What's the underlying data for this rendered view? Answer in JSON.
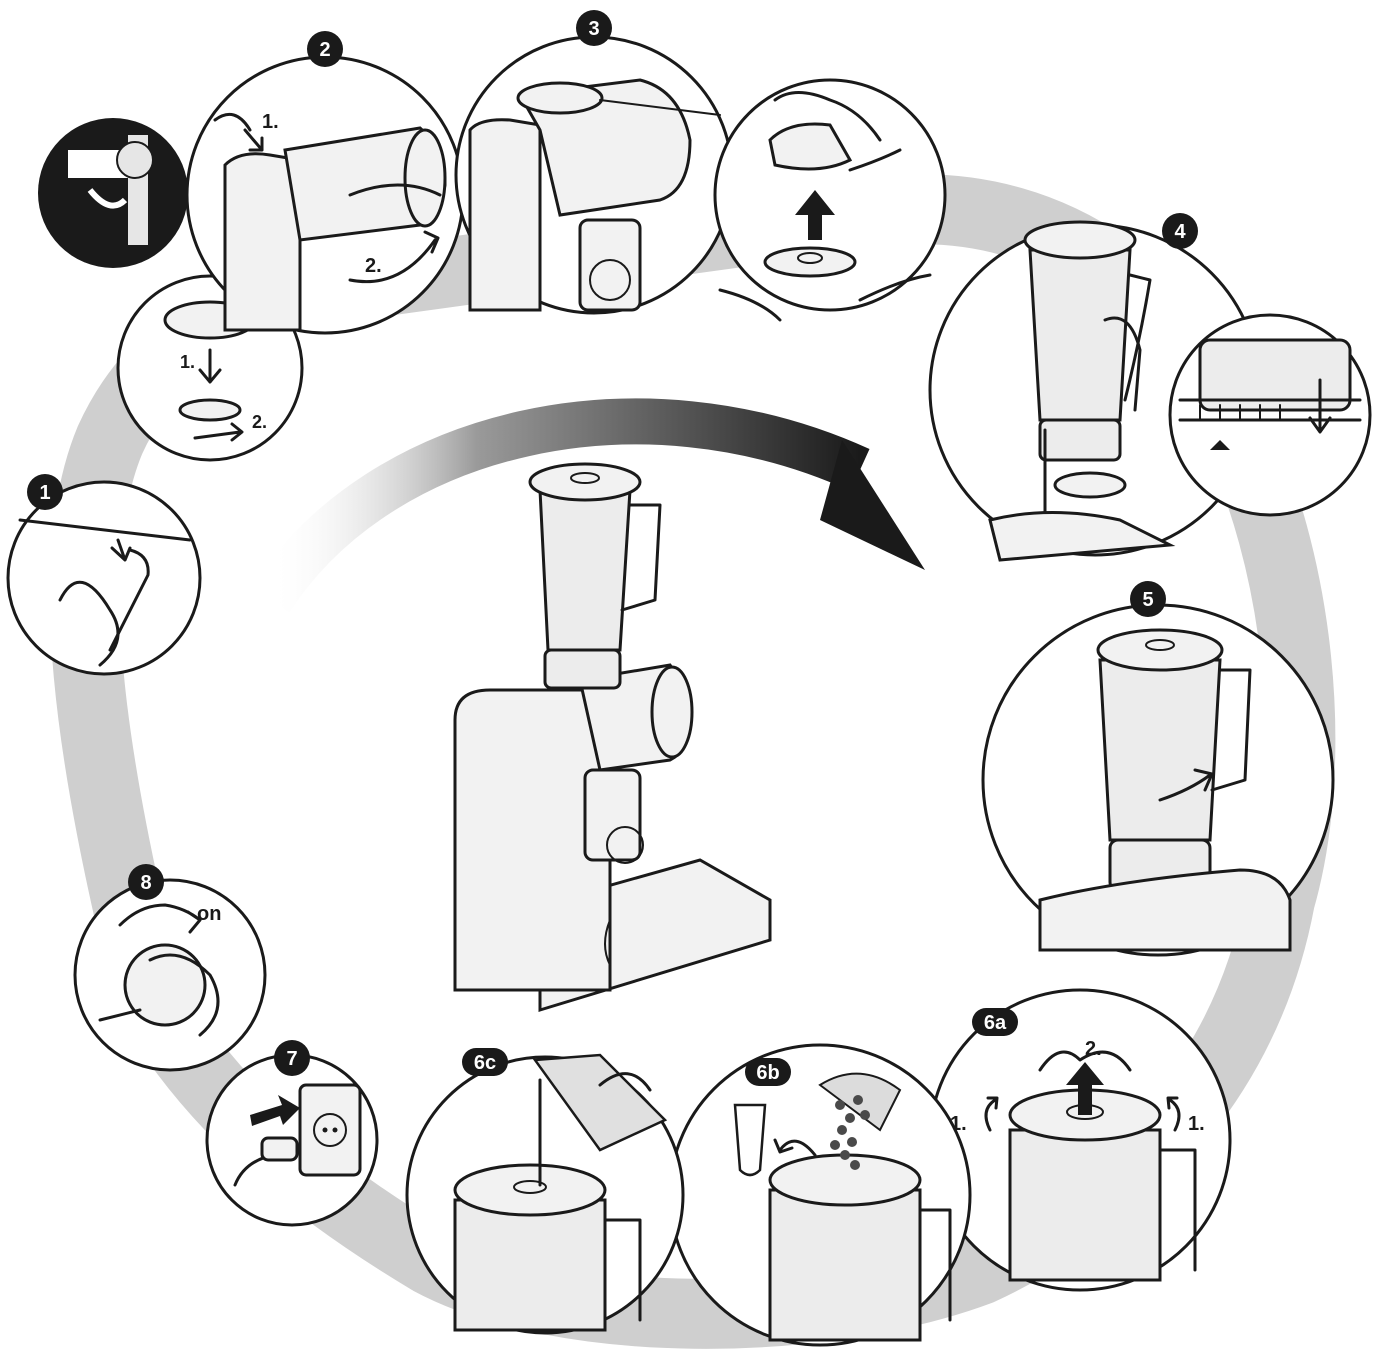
{
  "steps": [
    {
      "badge": "1"
    },
    {
      "badge": "2",
      "labels": [
        "1.",
        "2."
      ]
    },
    {
      "badge": "3"
    },
    {
      "badge": "4"
    },
    {
      "badge": "5"
    },
    {
      "badge": "6a",
      "labels": [
        "1.",
        "2.",
        "1."
      ]
    },
    {
      "badge": "6b"
    },
    {
      "badge": "6c"
    },
    {
      "badge": "7"
    },
    {
      "badge": "8",
      "labels": [
        "on"
      ]
    }
  ],
  "inset_labels": [
    "1.",
    "2."
  ],
  "colors": {
    "ink": "#1a1a1a",
    "shadow": "#cfcfcf",
    "paper": "#ffffff"
  }
}
